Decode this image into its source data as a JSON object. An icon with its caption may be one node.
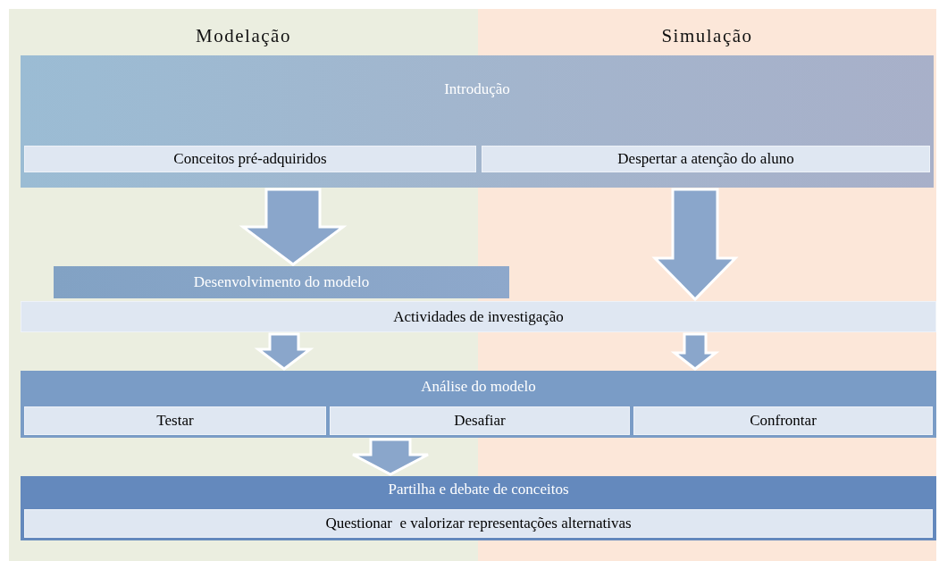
{
  "diagram": {
    "nodes": [
      {
        "text": [
          "Introdução"
        ]
      },
      {
        "text": [
          "Conceitos pré-adquiridos"
        ],
        "in": 0
      },
      {
        "text": [
          "Despertar a atenção do aluno"
        ],
        "in": 0
      },
      {
        "text": [
          "Desenvolvimento do modelo"
        ]
      },
      {
        "text": [
          "Actividades de investigação"
        ]
      },
      {
        "text": [
          "Análise do modelo"
        ]
      },
      {
        "text": [
          "Testar"
        ],
        "in": 5
      },
      {
        "text": [
          "Desafiar"
        ],
        "in": 5
      },
      {
        "text": [
          "Confrontar"
        ],
        "in": 5
      },
      {
        "text": [
          "Partilha e debate de conceitos"
        ]
      },
      {
        "text": [
          "Questionar  e valorizar representações alternativas"
        ],
        "in": 9
      }
    ],
    "edges": [
      {
        "from": 0,
        "to": 3,
        "arrow": "to"
      },
      {
        "from": 0,
        "to": 4,
        "arrow": "to"
      },
      {
        "from": 4,
        "to": 5,
        "arrow": "to"
      },
      {
        "from": 4,
        "to": 5,
        "arrow": "to"
      },
      {
        "from": 5,
        "to": 9,
        "arrow": "to"
      }
    ],
    "labels": [
      "Modelação",
      "Simulação"
    ]
  }
}
